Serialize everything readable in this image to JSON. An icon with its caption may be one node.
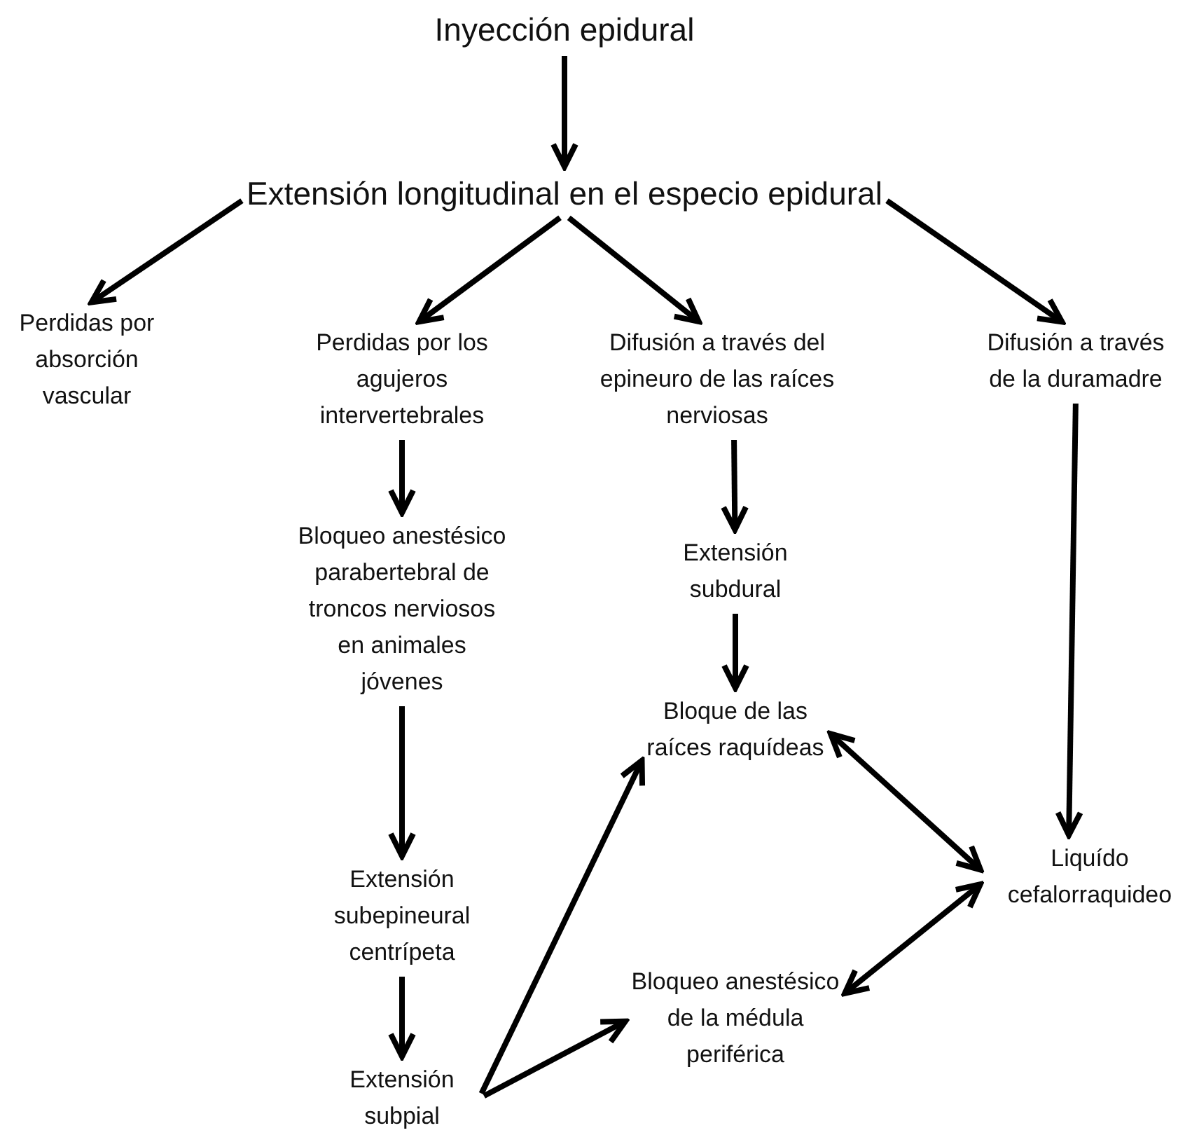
{
  "diagram": {
    "nodes": [
      {
        "text": [
          "Inyección epidural"
        ]
      },
      {
        "text": [
          "Extensión longitudinal en el especio epidural"
        ]
      },
      {
        "text": [
          "Perdidas por absorción vascular"
        ]
      },
      {
        "text": [
          "Perdidas por los agujeros intervertebrales"
        ]
      },
      {
        "text": [
          "Difusión a través del epineuro de las raíces nerviosas"
        ]
      },
      {
        "text": [
          "Difusión a través de la duramadre"
        ]
      },
      {
        "text": [
          "Bloqueo anestésico parabertebral de troncos nerviosos en animales jóvenes"
        ]
      },
      {
        "text": [
          "Extensión subdural"
        ]
      },
      {
        "text": [
          "Extensión subepineural centrípeta"
        ]
      },
      {
        "text": [
          "Bloque de las raíces raquídeas"
        ]
      },
      {
        "text": [
          "Liquído cefalorraquideo"
        ]
      },
      {
        "text": [
          "Extensión subpial"
        ]
      },
      {
        "text": [
          "Bloqueo anestésico de la médula periférica"
        ]
      }
    ],
    "edges": [
      {
        "from": 0,
        "to": 1,
        "arrow": "to"
      },
      {
        "from": 1,
        "to": 2,
        "arrow": "to"
      },
      {
        "from": 1,
        "to": 3,
        "arrow": "to"
      },
      {
        "from": 1,
        "to": 4,
        "arrow": "to"
      },
      {
        "from": 1,
        "to": 5,
        "arrow": "to"
      },
      {
        "from": 3,
        "to": 6,
        "arrow": "to"
      },
      {
        "from": 4,
        "to": 7,
        "arrow": "to"
      },
      {
        "from": 5,
        "to": 10,
        "arrow": "to"
      },
      {
        "from": 6,
        "to": 8,
        "arrow": "to"
      },
      {
        "from": 7,
        "to": 9,
        "arrow": "to"
      },
      {
        "from": 8,
        "to": 11,
        "arrow": "to"
      },
      {
        "from": 11,
        "to": 9,
        "arrow": "to"
      },
      {
        "from": 11,
        "to": 12,
        "arrow": "to"
      },
      {
        "from": 9,
        "to": 10,
        "arrow": "both"
      },
      {
        "from": 12,
        "to": 10,
        "arrow": "both"
      }
    ]
  }
}
